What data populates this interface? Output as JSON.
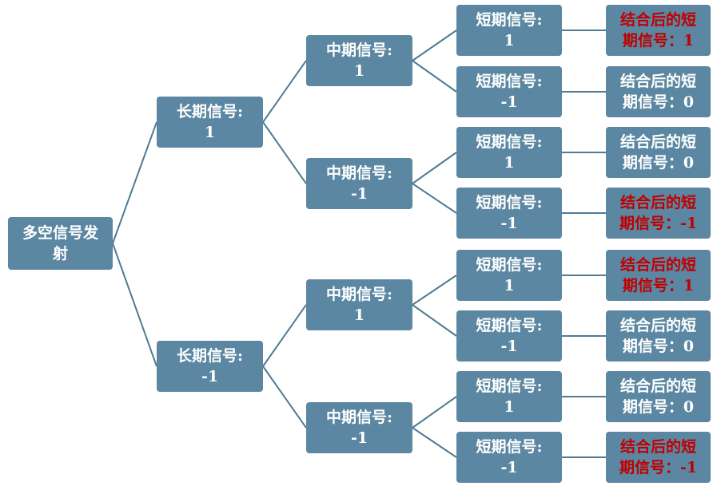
{
  "root": {
    "label_line1": "多空信号发",
    "label_line2": "射"
  },
  "long": [
    {
      "label": "长期信号:",
      "value": "1"
    },
    {
      "label": "长期信号:",
      "value": "-1"
    }
  ],
  "mid": [
    {
      "label": "中期信号:",
      "value": "1"
    },
    {
      "label": "中期信号:",
      "value": "-1"
    },
    {
      "label": "中期信号:",
      "value": "1"
    },
    {
      "label": "中期信号:",
      "value": "-1"
    }
  ],
  "short": [
    {
      "label": "短期信号:",
      "value": "1"
    },
    {
      "label": "短期信号:",
      "value": "-1"
    },
    {
      "label": "短期信号:",
      "value": "1"
    },
    {
      "label": "短期信号:",
      "value": "-1"
    },
    {
      "label": "短期信号:",
      "value": "1"
    },
    {
      "label": "短期信号:",
      "value": "-1"
    },
    {
      "label": "短期信号:",
      "value": "1"
    },
    {
      "label": "短期信号:",
      "value": "-1"
    }
  ],
  "result": [
    {
      "line1": "结合后的短",
      "line2": "期信号：1",
      "highlight": true
    },
    {
      "line1": "结合后的短",
      "line2": "期信号：0",
      "highlight": false
    },
    {
      "line1": "结合后的短",
      "line2": "期信号：0",
      "highlight": false
    },
    {
      "line1": "结合后的短",
      "line2": "期信号：-1",
      "highlight": true
    },
    {
      "line1": "结合后的短",
      "line2": "期信号：1",
      "highlight": true
    },
    {
      "line1": "结合后的短",
      "line2": "期信号：0",
      "highlight": false
    },
    {
      "line1": "结合后的短",
      "line2": "期信号：0",
      "highlight": false
    },
    {
      "line1": "结合后的短",
      "line2": "期信号：-1",
      "highlight": true
    }
  ],
  "colors": {
    "box": "#5b87a2",
    "highlight_text": "#c00000",
    "connector": "#4f7b93"
  }
}
